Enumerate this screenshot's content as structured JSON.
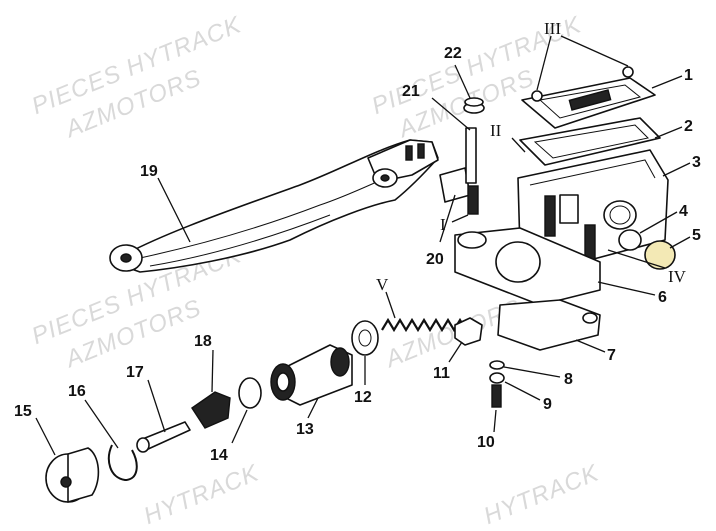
{
  "watermarks": [
    {
      "text": "PIECES HYTRACK"
    },
    {
      "text": "AZMOTORS"
    },
    {
      "text": "PIECES HYTRACK"
    },
    {
      "text": "AZMOTORS"
    },
    {
      "text": "PIECES HYTRACK"
    },
    {
      "text": "AZMOTORS"
    },
    {
      "text": "AZMOTORS"
    },
    {
      "text": "HYTRACK"
    },
    {
      "text": "HYTRACK"
    }
  ],
  "callouts": {
    "p1": "1",
    "p2": "2",
    "p3": "3",
    "p4": "4",
    "p5": "5",
    "p6": "6",
    "p7": "7",
    "p8": "8",
    "p9": "9",
    "p10": "10",
    "p11": "11",
    "p12": "12",
    "p13": "13",
    "p14": "14",
    "p15": "15",
    "p16": "16",
    "p17": "17",
    "p18": "18",
    "p19": "19",
    "p20": "20",
    "p21": "21",
    "p22": "22"
  },
  "roman": {
    "r1": "I",
    "r2": "II",
    "r3": "III",
    "r4": "IV",
    "r5": "V"
  }
}
